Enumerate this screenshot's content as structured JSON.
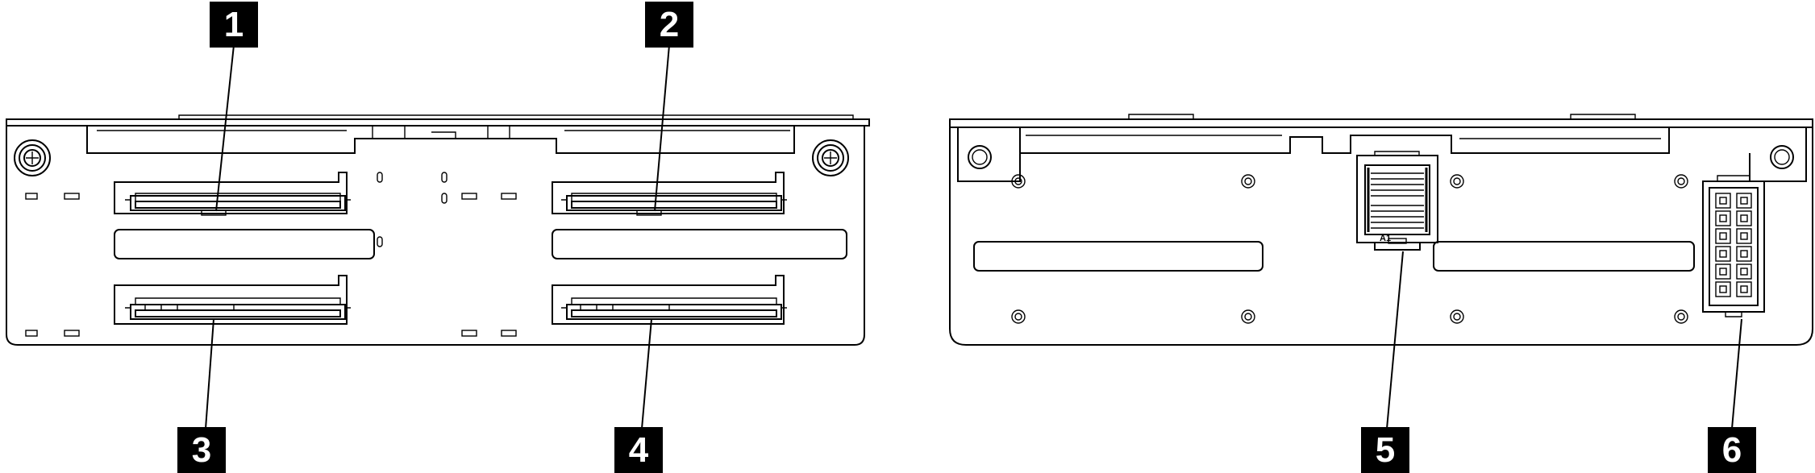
{
  "diagram": {
    "callouts": [
      {
        "id": "1",
        "label": "1"
      },
      {
        "id": "2",
        "label": "2"
      },
      {
        "id": "3",
        "label": "3"
      },
      {
        "id": "4",
        "label": "4"
      },
      {
        "id": "5",
        "label": "5"
      },
      {
        "id": "6",
        "label": "6"
      }
    ],
    "connector_marking": "A1"
  }
}
